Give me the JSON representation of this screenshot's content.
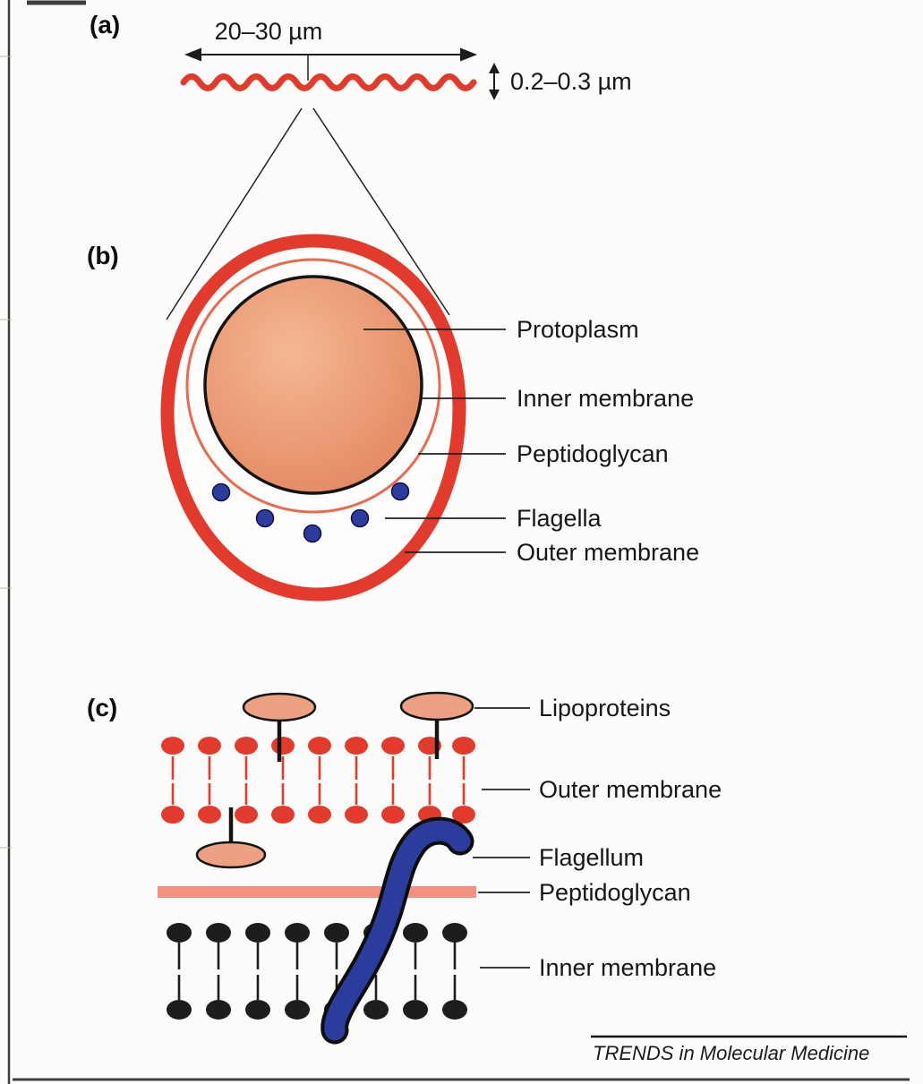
{
  "panel_a": {
    "label": "(a)",
    "width_dim": "20–30 µm",
    "height_dim": "0.2–0.3 µm"
  },
  "panel_b": {
    "label": "(b)",
    "callouts": [
      "Protoplasm",
      "Inner membrane",
      "Peptidoglycan",
      "Flagella",
      "Outer membrane"
    ]
  },
  "panel_c": {
    "label": "(c)",
    "callouts": [
      "Lipoproteins",
      "Outer membrane",
      "Flagellum",
      "Peptidoglycan",
      "Inner membrane"
    ]
  },
  "footer": {
    "credit": "TRENDS in Molecular Medicine"
  },
  "colors": {
    "spirochete_red": "#e23b2e",
    "protoplasm_fill": "#e8906a",
    "flagella_blue": "#2c3c9c",
    "peptidoglycan_salmon": "#f29180",
    "lipoprotein_salmon": "#eda183"
  }
}
